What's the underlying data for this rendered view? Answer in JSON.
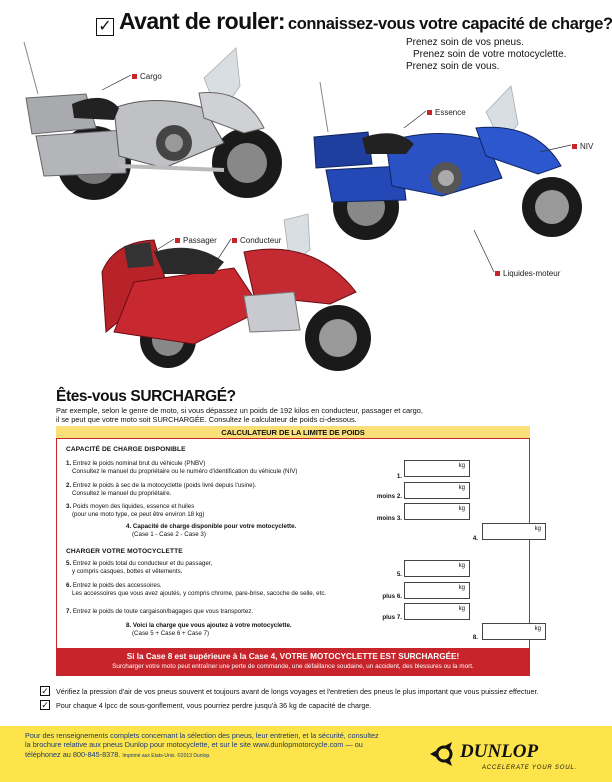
{
  "header": {
    "title_main": "Avant de rouler:",
    "title_sub": "connaissez-vous votre capacité de charge?",
    "tagline": [
      "Prenez soin de vos pneus.",
      "Prenez soin de votre motocyclette.",
      "Prenez soin de vous."
    ]
  },
  "callouts": {
    "cargo": "Cargo",
    "essence": "Essence",
    "niv": "NIV",
    "passager": "Passager",
    "conducteur": "Conducteur",
    "liquides": "Liquides-moteur"
  },
  "overload": {
    "title": "Êtes-vous SURCHARGÉ?",
    "body_1": "Par exemple, selon le genre de moto, si vous dépassez un poids de 192 kilos en conducteur, passager et cargo,",
    "body_2": "il se peut que votre moto soit SURCHARGÉE. Consultez le calculateur de poids ci-dessous."
  },
  "calculator": {
    "title": "CALCULATEUR DE LA LIMITE DE POIDS",
    "unit": "kg",
    "section_capacity": "CAPACITÉ DE CHARGE DISPONIBLE",
    "item1_a": "Entrez le poids nominal brut du véhicule (PNBV)",
    "item1_b": "Consultez le manuel du propriétaire ou le numéro d'identification du véhicule (NIV)",
    "item2_a": "Entrez le poids à sec de la motocyclette (poids livré depuis l'usine).",
    "item2_b": "Consultez le manuel du propriétaire.",
    "item3_a": "Poids moyen des liquides, essence et huiles",
    "item3_b": "(pour une moto type, ce peut être environ 18 kg)",
    "item4_a": "Capacité de charge disponible pour votre motocyclette.",
    "item4_b": "(Case 1 - Case 2 - Case 3)",
    "section_load": "CHARGER VOTRE MOTOCYCLETTE",
    "item5_a": "Entrez le poids total du conducteur et du passager,",
    "item5_b": "y compris casques, bottes et vêtements.",
    "item6_a": "Entrez le poids des accessoires.",
    "item6_b": "Les accessoires que vous avez ajoutés, y compris chrome, pare-brise, sacoche de selle, etc.",
    "item7_a": "Entrez le poids de toute cargaison/bagages que vous transportez.",
    "item8_a": "Voici la charge que vous ajoutez à votre motocyclette.",
    "item8_b": "(Case 5 + Case 6 + Case 7)",
    "n1": "1.",
    "n2": "2.",
    "n3": "3.",
    "n4": "4.",
    "n5": "5.",
    "n6": "6.",
    "n7": "7.",
    "n8": "8.",
    "lbl1": "1.",
    "lbl2": "moins 2.",
    "lbl3": "moins 3.",
    "lbl4": "4.",
    "lbl5": "5.",
    "lbl6": "plus 6.",
    "lbl7": "plus 7.",
    "lbl8": "8.",
    "warning_1": "Si la Case 8 est supérieure à la Case 4, VOTRE MOTOCYCLETTE EST SURCHARGÉE!",
    "warning_2": "Surcharger votre moto peut entraîner une perte de commande, une défaillance soudaine, un accident, des blessures ou la mort."
  },
  "tips": [
    "Vérifiez la pression d'air de vos pneus souvent et toujours avant de longs voyages et l'entretien des pneus le plus important que vous puissiez effectuer.",
    "Pour chaque 4 lpcc de sous-gonflement, vous pourriez perdre jusqu'à 36 kg de capacité de charge."
  ],
  "footer": {
    "line1": "Pour des renseignements complets concernant la sélection des pneus, leur entretien, et la sécurité, consultez",
    "line2": "la brochure relative aux pneus Dunlop pour motocyclette, et sur le site www.dunlopmotorcycle.com — ou",
    "line3": "téléphonez au 800-845-8378.",
    "fine": "Imprimé aux Etats-Unis. ©2013 Dunlop.",
    "brand": "DUNLOP",
    "slogan": "ACCELERATE YOUR SOUL."
  }
}
